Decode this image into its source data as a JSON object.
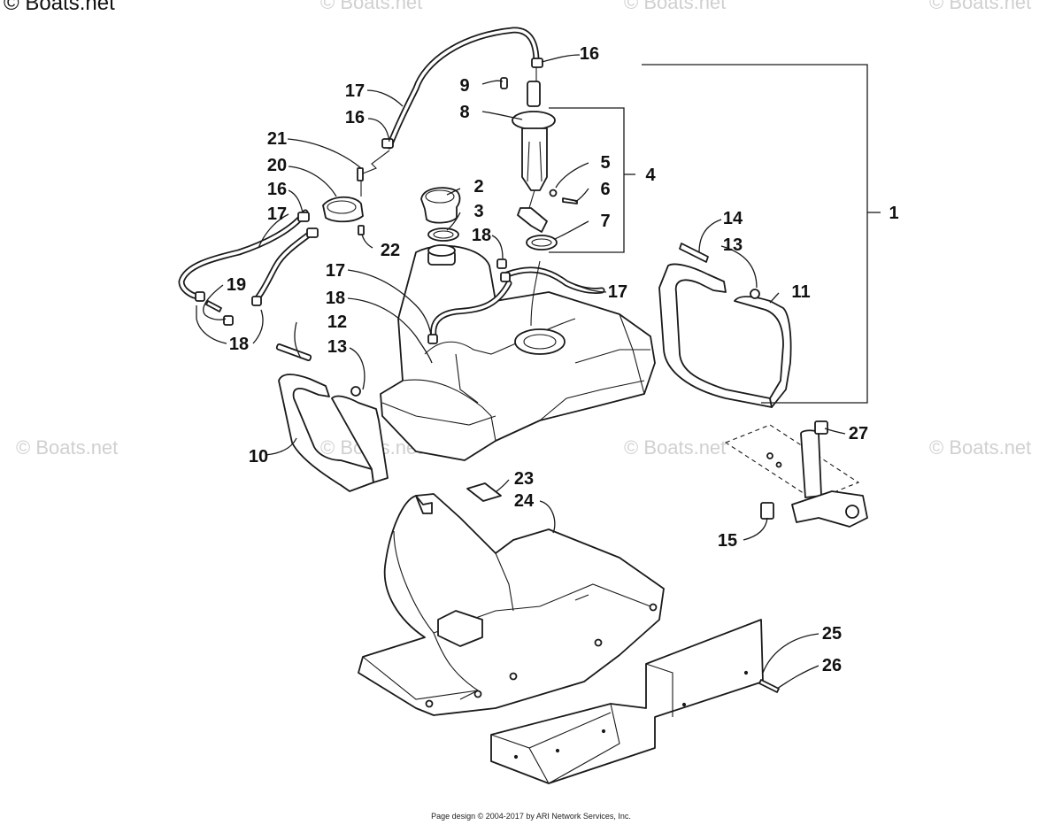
{
  "watermarks": [
    "© Boats.net",
    "© Boats.net",
    "© Boats.net",
    "© Boats.net",
    "© Boats.net",
    "© Boats.net",
    "© Boats.net",
    "© Boats.net"
  ],
  "footer": "Page design © 2004-2017 by ARI Network Services, Inc.",
  "callouts": [
    "1",
    "2",
    "3",
    "4",
    "5",
    "6",
    "7",
    "8",
    "9",
    "10",
    "11",
    "12",
    "13",
    "13",
    "14",
    "15",
    "16",
    "16",
    "16",
    "17",
    "17",
    "17",
    "17",
    "18",
    "18",
    "18",
    "19",
    "20",
    "21",
    "22",
    "23",
    "24",
    "25",
    "26",
    "27"
  ],
  "colors": {
    "line": "#1a1a1a",
    "watermark": "#d0d0d0",
    "background": "#ffffff"
  }
}
